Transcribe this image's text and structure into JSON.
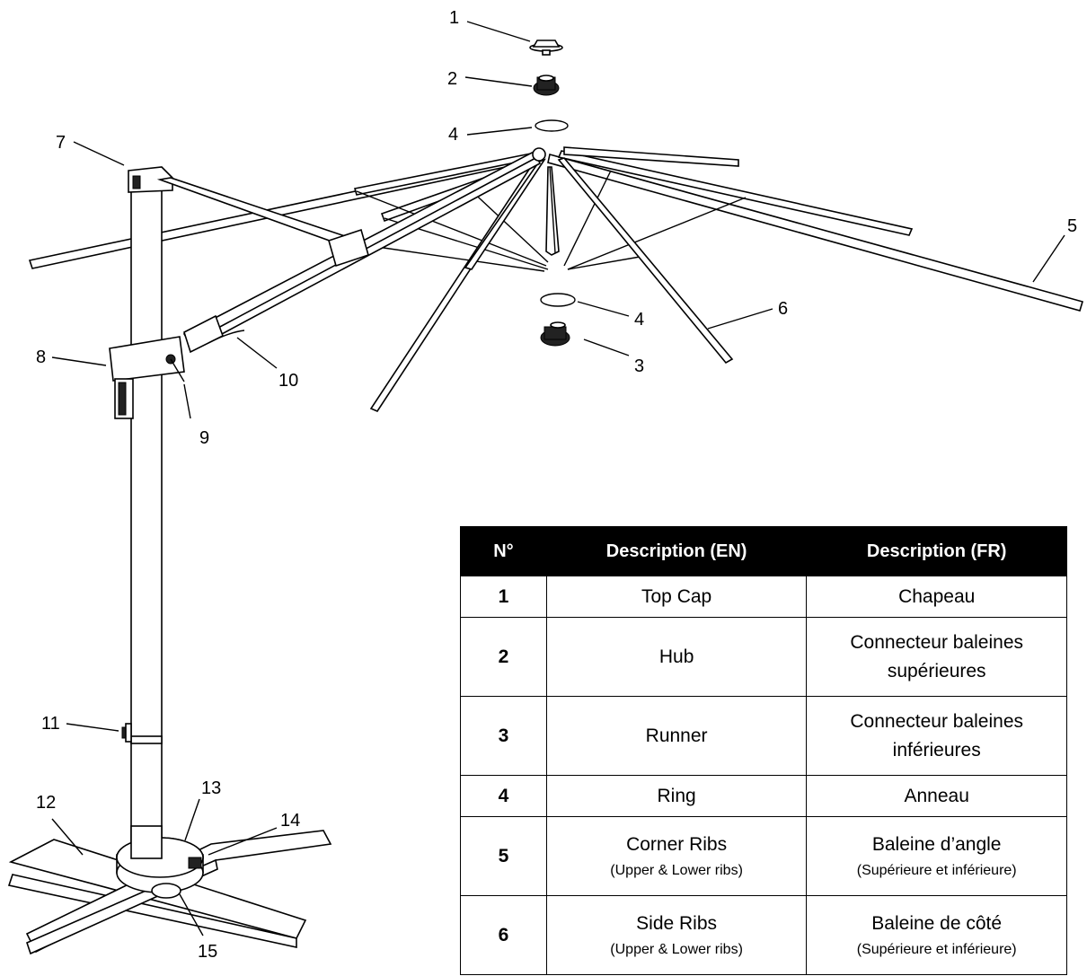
{
  "callouts": [
    "1",
    "2",
    "3",
    "4",
    "4",
    "5",
    "6",
    "7",
    "8",
    "9",
    "10",
    "11",
    "12",
    "13",
    "14",
    "15"
  ],
  "table": {
    "headers": {
      "num": "N°",
      "en": "Description (EN)",
      "fr": "Description (FR)"
    },
    "rows": [
      {
        "num": "1",
        "en": "Top Cap",
        "en_sub": "",
        "fr": "Chapeau",
        "fr_line2": "",
        "fr_sub": ""
      },
      {
        "num": "2",
        "en": "Hub",
        "en_sub": "",
        "fr": "Connecteur baleines",
        "fr_line2": "supérieures",
        "fr_sub": ""
      },
      {
        "num": "3",
        "en": "Runner",
        "en_sub": "",
        "fr": "Connecteur baleines",
        "fr_line2": "inférieures",
        "fr_sub": ""
      },
      {
        "num": "4",
        "en": "Ring",
        "en_sub": "",
        "fr": "Anneau",
        "fr_line2": "",
        "fr_sub": ""
      },
      {
        "num": "5",
        "en": "Corner Ribs",
        "en_sub": "(Upper & Lower ribs)",
        "fr": "Baleine d’angle",
        "fr_line2": "",
        "fr_sub": "(Supérieure et inférieure)"
      },
      {
        "num": "6",
        "en": "Side Ribs",
        "en_sub": "(Upper & Lower ribs)",
        "fr": "Baleine de côté",
        "fr_line2": "",
        "fr_sub": "(Supérieure et inférieure)"
      }
    ]
  }
}
